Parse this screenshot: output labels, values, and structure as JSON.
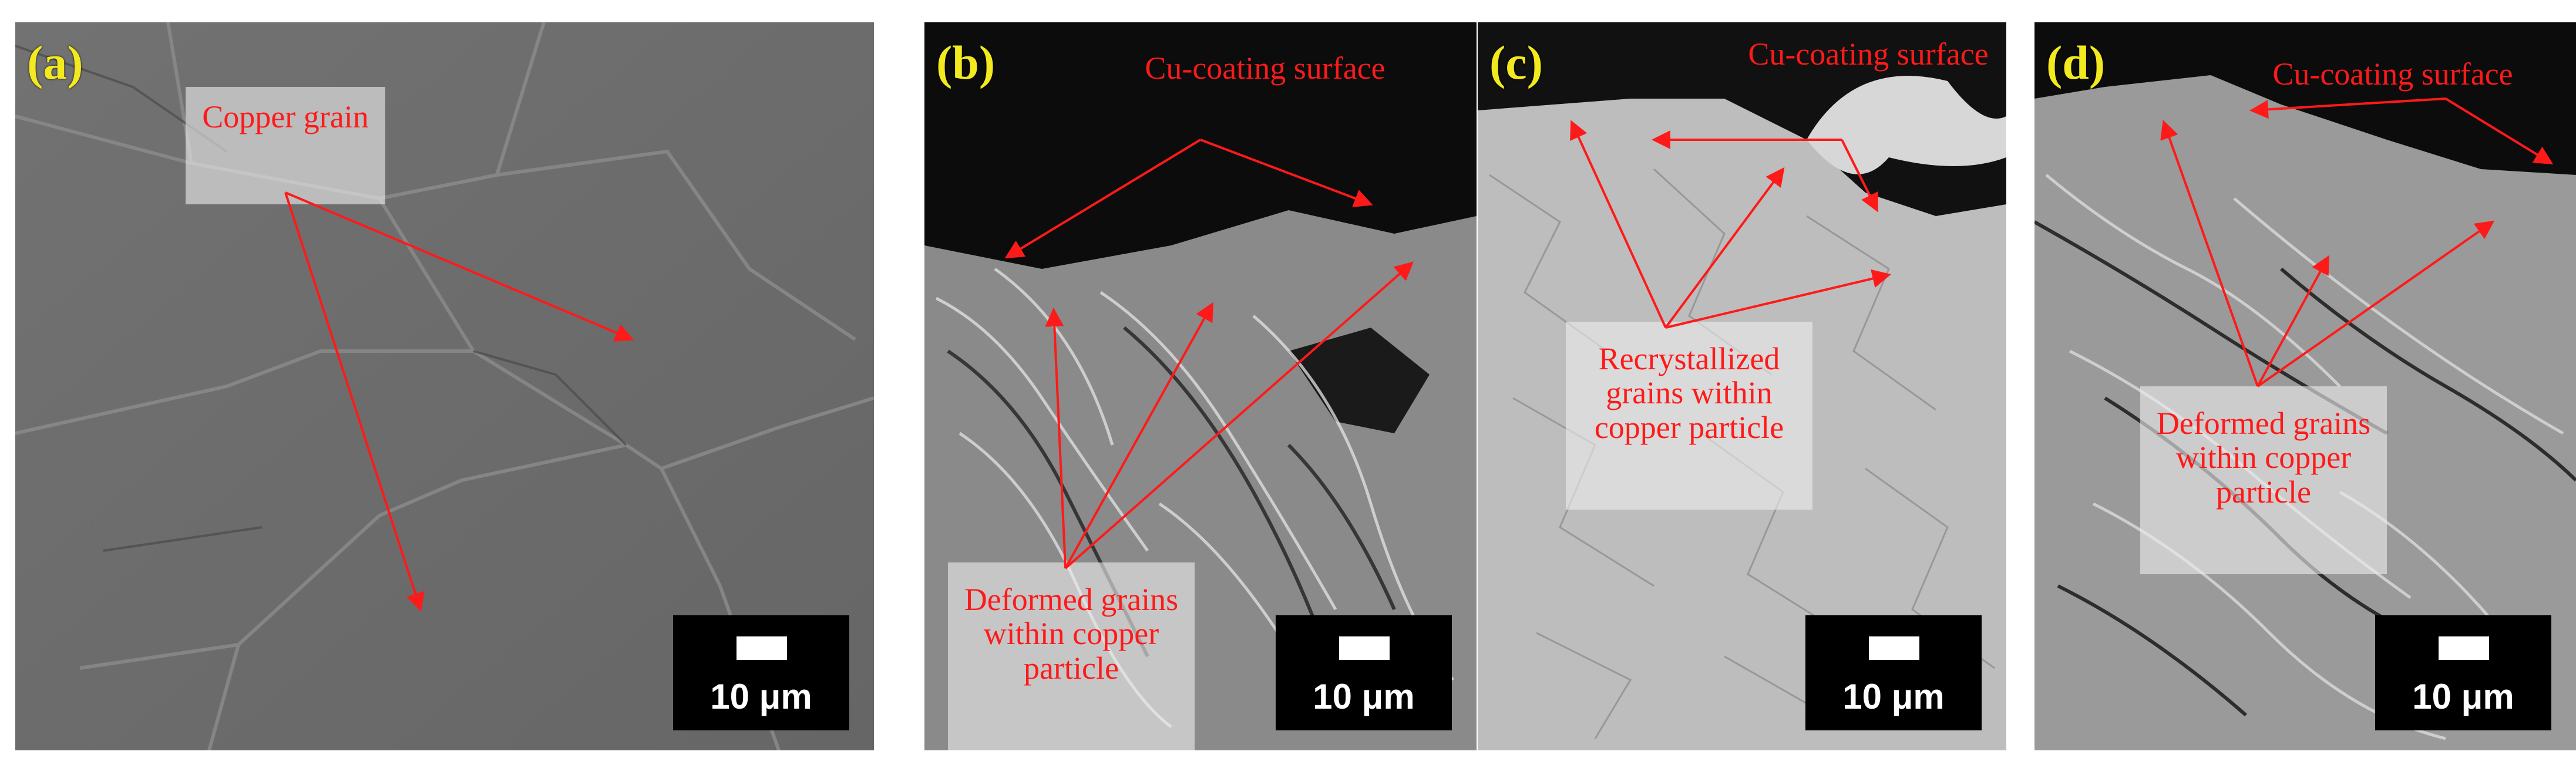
{
  "figure": {
    "panels": [
      {
        "letter": "(a)",
        "labels": [
          "Copper grain"
        ],
        "scale_bar": "10 μm"
      },
      {
        "letter": "(b)",
        "labels": [
          "Cu-coating surface",
          "Deformed grains within copper particle"
        ],
        "scale_bar": "10 μm"
      },
      {
        "letter": "(c)",
        "labels": [
          "Cu-coating surface",
          "Recrystallized grains within copper particle"
        ],
        "scale_bar": "10 μm"
      },
      {
        "letter": "(d)",
        "labels": [
          "Cu-coating surface",
          "Deformed grains within copper particle"
        ],
        "scale_bar": "10 μm"
      }
    ],
    "colors": {
      "panel_letter": "#f2ea1e",
      "annotation": "#ff1a1a",
      "scale_bar_bg": "#000000",
      "scale_bar_fg": "#ffffff"
    }
  }
}
